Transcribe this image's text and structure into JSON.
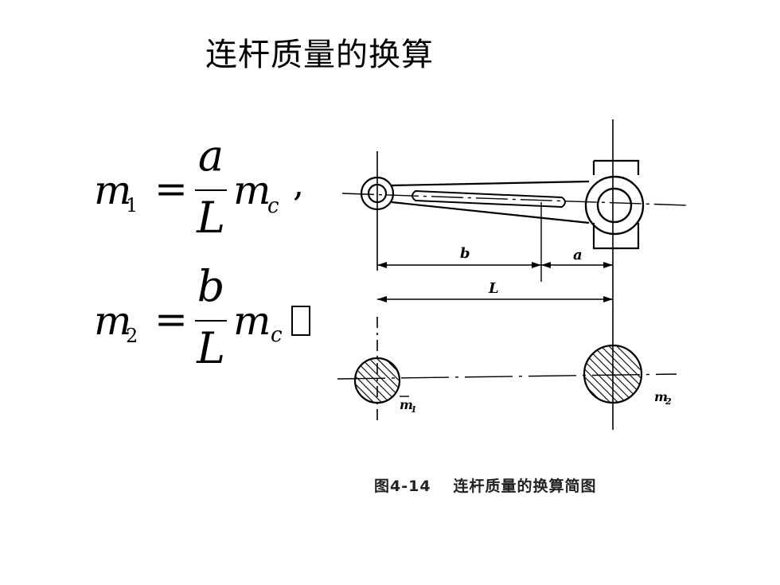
{
  "slide": {
    "title": "连杆质量的换算"
  },
  "formula1": {
    "lhs_var": "m",
    "lhs_sub": "1",
    "eq": "=",
    "numerator": "a",
    "denominator": "L",
    "rhs_var": "m",
    "rhs_sub": "c",
    "punct": ","
  },
  "formula2": {
    "lhs_var": "m",
    "lhs_sub": "2",
    "eq": "=",
    "numerator": "b",
    "denominator": "L",
    "rhs_var": "m",
    "rhs_sub": "c"
  },
  "figure": {
    "dim_b": "b",
    "dim_a": "a",
    "dim_L": "L",
    "mass1_label": "m",
    "mass1_sub": "1",
    "mass2_label": "m",
    "mass2_sub": "2",
    "caption_number": "图4-14",
    "caption_text": "连杆质量的换算简图"
  }
}
